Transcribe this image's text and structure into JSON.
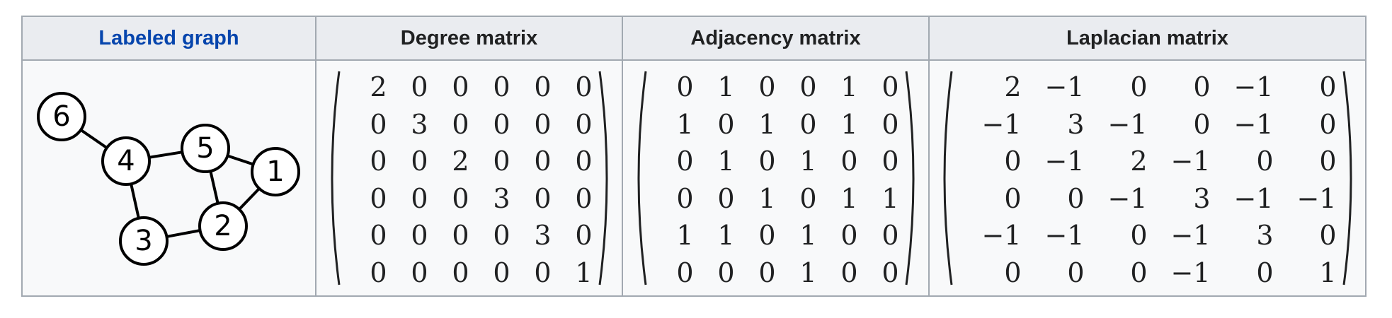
{
  "headers": {
    "labeled_graph": "Labeled graph",
    "degree": "Degree matrix",
    "adjacency": "Adjacency matrix",
    "laplacian": "Laplacian matrix"
  },
  "graph": {
    "nodes": [
      {
        "label": "6"
      },
      {
        "label": "4"
      },
      {
        "label": "5"
      },
      {
        "label": "1"
      },
      {
        "label": "3"
      },
      {
        "label": "2"
      }
    ],
    "edges": [
      [
        "6",
        "4"
      ],
      [
        "4",
        "5"
      ],
      [
        "5",
        "1"
      ],
      [
        "4",
        "3"
      ],
      [
        "5",
        "2"
      ],
      [
        "1",
        "2"
      ],
      [
        "3",
        "2"
      ]
    ]
  },
  "matrices": {
    "degree": [
      [
        "2",
        "0",
        "0",
        "0",
        "0",
        "0"
      ],
      [
        "0",
        "3",
        "0",
        "0",
        "0",
        "0"
      ],
      [
        "0",
        "0",
        "2",
        "0",
        "0",
        "0"
      ],
      [
        "0",
        "0",
        "0",
        "3",
        "0",
        "0"
      ],
      [
        "0",
        "0",
        "0",
        "0",
        "3",
        "0"
      ],
      [
        "0",
        "0",
        "0",
        "0",
        "0",
        "1"
      ]
    ],
    "adjacency": [
      [
        "0",
        "1",
        "0",
        "0",
        "1",
        "0"
      ],
      [
        "1",
        "0",
        "1",
        "0",
        "1",
        "0"
      ],
      [
        "0",
        "1",
        "0",
        "1",
        "0",
        "0"
      ],
      [
        "0",
        "0",
        "1",
        "0",
        "1",
        "1"
      ],
      [
        "1",
        "1",
        "0",
        "1",
        "0",
        "0"
      ],
      [
        "0",
        "0",
        "0",
        "1",
        "0",
        "0"
      ]
    ],
    "laplacian": [
      [
        "2",
        "−1",
        "0",
        "0",
        "−1",
        "0"
      ],
      [
        "−1",
        "3",
        "−1",
        "0",
        "−1",
        "0"
      ],
      [
        "0",
        "−1",
        "2",
        "−1",
        "0",
        "0"
      ],
      [
        "0",
        "0",
        "−1",
        "3",
        "−1",
        "−1"
      ],
      [
        "−1",
        "−1",
        "0",
        "−1",
        "3",
        "0"
      ],
      [
        "0",
        "0",
        "0",
        "−1",
        "0",
        "1"
      ]
    ]
  }
}
